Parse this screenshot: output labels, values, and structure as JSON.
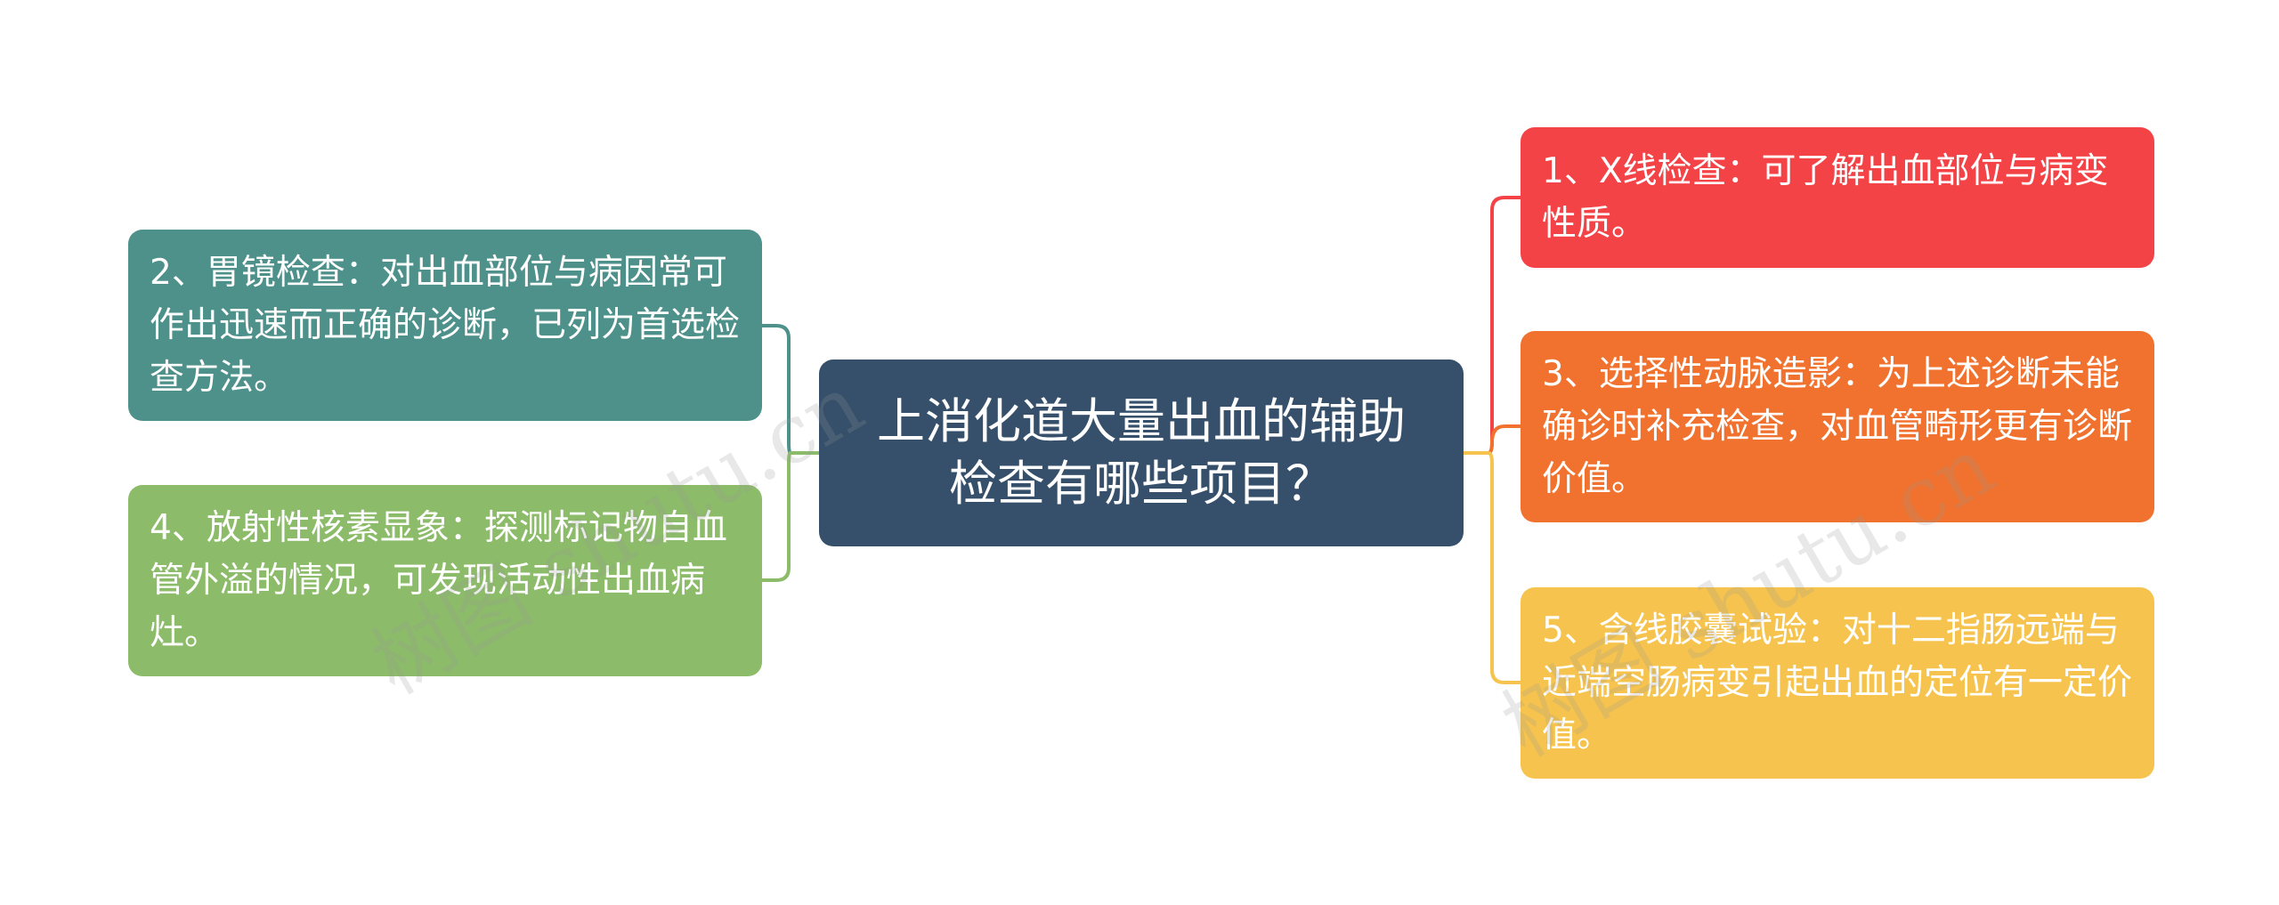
{
  "center_topic": "上消化道大量出血的辅助检查有哪些项目？",
  "left_branches": [
    {
      "text": "2、胃镜检查：对出血部位与病因常可作出迅速而正确的诊断，已列为首选检查方法。",
      "color": "#4e918b"
    },
    {
      "text": "4、放射性核素显象：探测标记物自血管外溢的情况，可发现活动性出血病灶。",
      "color": "#8cbc6a"
    }
  ],
  "right_branches": [
    {
      "text": "1、X线检查：可了解出血部位与病变性质。",
      "color": "#f44346"
    },
    {
      "text": "3、选择性动脉造影：为上述诊断未能确诊时补充检查，对血管畸形更有诊断价值。",
      "color": "#f1722e"
    },
    {
      "text": "5、含线胶囊试验：对十二指肠远端与近端空肠病变引起出血的定位有一定价值。",
      "color": "#f6c44e"
    }
  ],
  "center_color": "#36506b",
  "watermark": "树图 shutu.cn"
}
